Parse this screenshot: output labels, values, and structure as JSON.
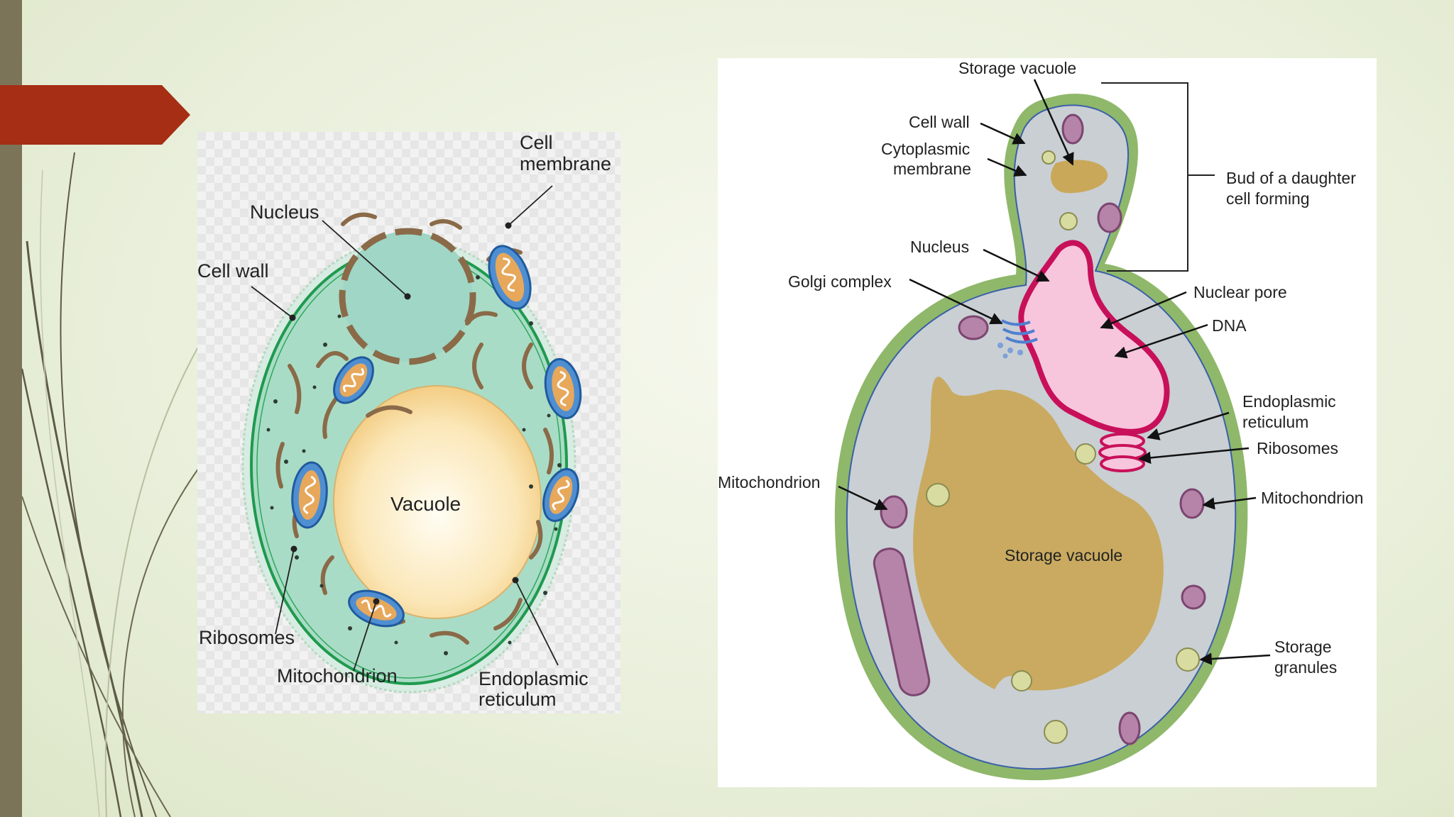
{
  "left_diagram": {
    "labels": {
      "cell_membrane": [
        "Cell",
        "membrane"
      ],
      "nucleus": "Nucleus",
      "cell_wall": "Cell wall",
      "vacuole": "Vacuole",
      "ribosomes": "Ribosomes",
      "mitochondrion": "Mitochondrion",
      "endoplasmic_reticulum": [
        "Endoplasmic",
        "reticulum"
      ]
    }
  },
  "right_diagram": {
    "labels": {
      "storage_vacuole_top": "Storage vacuole",
      "cell_wall": "Cell wall",
      "cytoplasmic_membrane": [
        "Cytoplasmic",
        "membrane"
      ],
      "bud": [
        "Bud of a daughter",
        "cell forming"
      ],
      "nucleus": "Nucleus",
      "golgi_complex": "Golgi complex",
      "nuclear_pore": "Nuclear pore",
      "dna": "DNA",
      "endoplasmic_reticulum": [
        "Endoplasmic",
        "reticulum"
      ],
      "ribosomes": "Ribosomes",
      "mitochondrion_left": "Mitochondrion",
      "mitochondrion_right": "Mitochondrion",
      "storage_vacuole_main": "Storage vacuole",
      "storage_granules": [
        "Storage",
        "granules"
      ]
    }
  },
  "colors": {
    "side_bar": "#7b7458",
    "accent_tab": "#a52e14",
    "cell_green": "#a9dcc6",
    "vacuole_yellow": "#f8dca0",
    "mito_blue": "#4f8fd1",
    "yeast_wall": "#8fb86a",
    "yeast_cytoplasm": "#c9cfd3",
    "yeast_vacuole": "#c9a85a",
    "nucleus_magenta": "#c8105a"
  }
}
